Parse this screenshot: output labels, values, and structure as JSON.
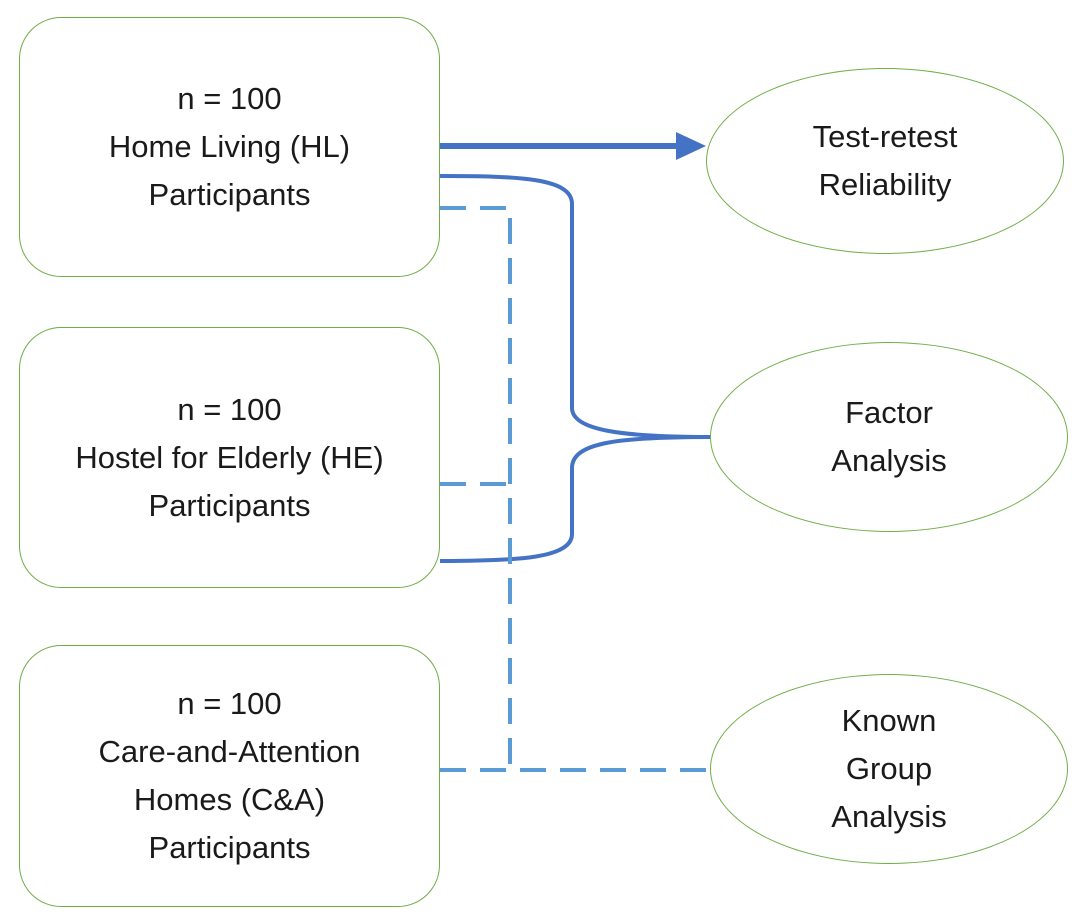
{
  "groups": [
    {
      "n": "n = 100",
      "name": "Home Living (HL)",
      "participants": "Participants"
    },
    {
      "n": "n = 100",
      "name": "Hostel for Elderly (HE)",
      "participants": "Participants"
    },
    {
      "n": "n = 100",
      "name_line1": "Care-and-Attention",
      "name_line2": "Homes (C&A)",
      "participants": "Participants"
    }
  ],
  "analyses": [
    {
      "line1": "Test-retest",
      "line2": "Reliability"
    },
    {
      "line1": "Factor",
      "line2": "Analysis"
    },
    {
      "line1": "Known",
      "line2": "Group",
      "line3": "Analysis"
    }
  ],
  "colors": {
    "box_border": "#70ad47",
    "solid_connector": "#4472c4",
    "dashed_connector": "#5b9bd5"
  }
}
